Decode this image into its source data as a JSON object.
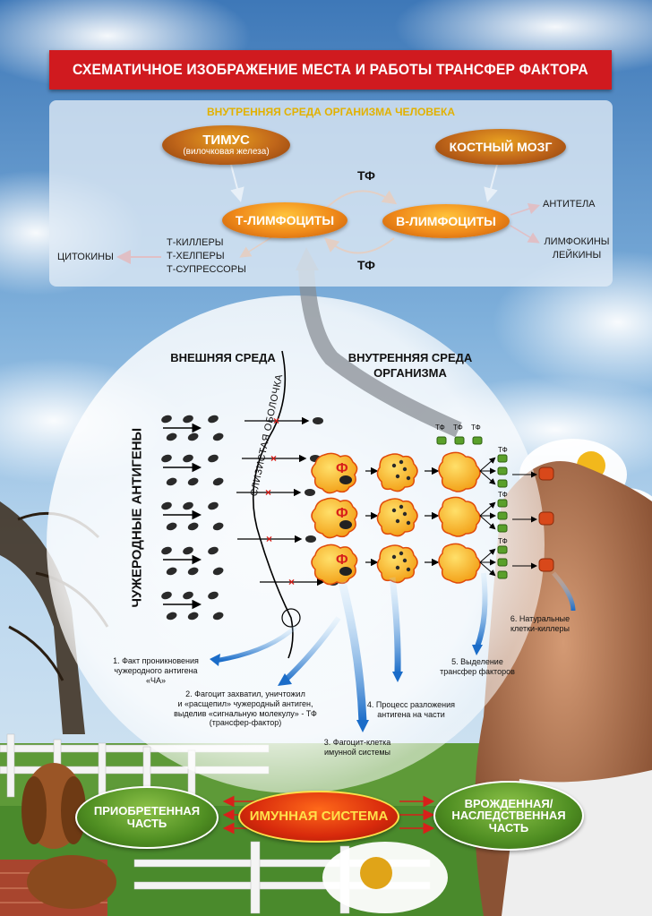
{
  "title": "СХЕМАТИЧНОЕ ИЗОБРАЖЕНИЕ МЕСТА И РАБОТЫ ТРАНСФЕР ФАКТОРА",
  "top_panel": {
    "heading": "ВНУТРЕННЯЯ СРЕДА ОРГАНИЗМА ЧЕЛОВЕКА",
    "thymus": "ТИМУС",
    "thymus_sub": "(вилочковая железа)",
    "bone_marrow": "КОСТНЫЙ МОЗГ",
    "t_lymph": "Т-ЛИМФОЦИТЫ",
    "b_lymph": "В-ЛИМФОЦИТЫ",
    "tf_top": "ТФ",
    "tf_bottom": "ТФ",
    "t_types": [
      "Т-КИЛЛЕРЫ",
      "Т-ХЕЛПЕРЫ",
      "Т-СУПРЕССОРЫ"
    ],
    "cytokines": "ЦИТОКИНЫ",
    "antibodies": "АНТИТЕЛА",
    "lymphokines": "ЛИМФОКИНЫ",
    "leukins": "ЛЕЙКИНЫ"
  },
  "circle": {
    "external": "ВНЕШНЯЯ СРЕДА",
    "internal_1": "ВНУТРЕННЯЯ СРЕДА",
    "internal_2": "ОРГАНИЗМА",
    "foreign_antigens": "ЧУЖЕРОДНЫЕ АНТИГЕНЫ",
    "mucosa": "СЛИЗИСТАЯ ОБОЛОЧКА",
    "phi": "Ф",
    "tf": "ТФ"
  },
  "notes": {
    "n1": [
      "1. Факт проникновения",
      "чужеродного антигена",
      "«ЧА»"
    ],
    "n2": [
      "2. Фагоцит захватил, уничтожил",
      "и «расщепил» чужеродный антиген,",
      "выделив «сигнальную молекулу» - ТФ",
      "(трансфер-фактор)"
    ],
    "n3": [
      "3. Фагоцит-клетка",
      "имунной системы"
    ],
    "n4": [
      "4. Процесс разложения",
      "антигена на части"
    ],
    "n5": [
      "5. Выделение",
      "трансфер факторов"
    ],
    "n6": [
      "6. Натуральные",
      "клетки-киллеры"
    ]
  },
  "bottom": {
    "acquired_1": "ПРИОБРЕТЕННАЯ",
    "acquired_2": "ЧАСТЬ",
    "immune": "ИМУННАЯ СИСТЕМА",
    "innate_1": "ВРОЖДЕННАЯ/",
    "innate_2": "НАСЛЕДСТВЕННАЯ",
    "innate_3": "ЧАСТЬ"
  }
}
